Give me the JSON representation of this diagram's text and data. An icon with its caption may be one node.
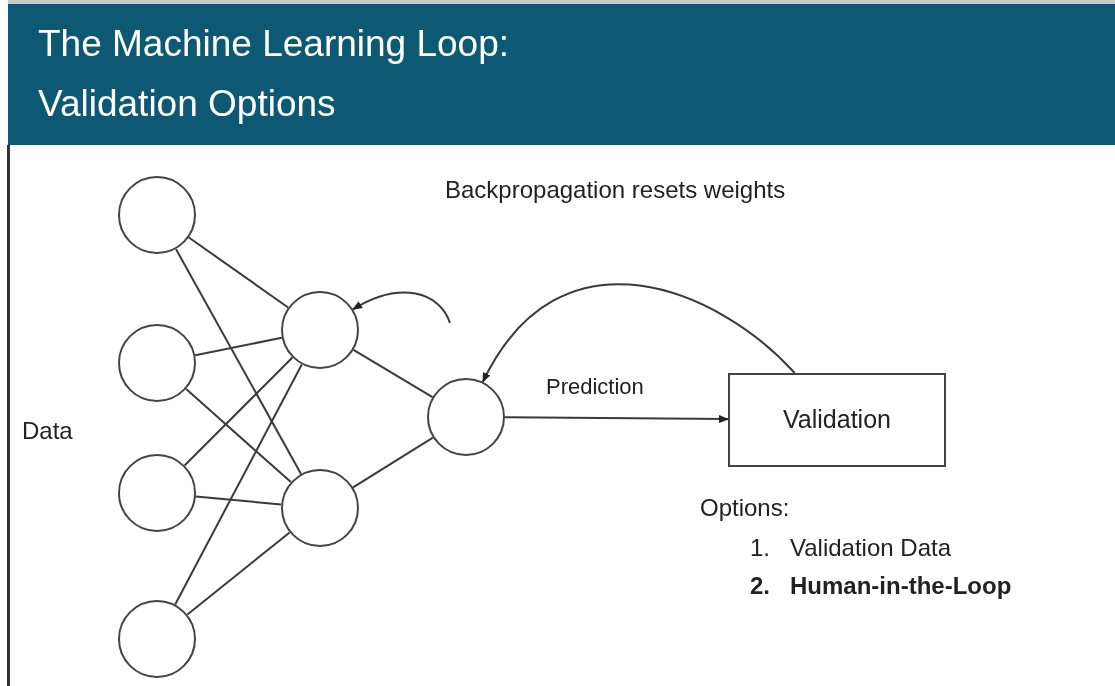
{
  "diagram": {
    "title": "The Machine Learning Loop: Validation Options",
    "nodes": [
      {
        "text": [],
        "shape": "circle"
      },
      {
        "text": [],
        "shape": "circle"
      },
      {
        "text": [],
        "shape": "circle"
      },
      {
        "text": [],
        "shape": "circle"
      },
      {
        "text": [],
        "shape": "circle"
      },
      {
        "text": [],
        "shape": "circle"
      },
      {
        "text": [],
        "shape": "circle"
      },
      {
        "text": [
          "Validation"
        ]
      }
    ],
    "edges": [
      {
        "from": 0,
        "to": 4,
        "arrow": "none"
      },
      {
        "from": 0,
        "to": 5,
        "arrow": "none"
      },
      {
        "from": 1,
        "to": 4,
        "arrow": "none"
      },
      {
        "from": 1,
        "to": 5,
        "arrow": "none"
      },
      {
        "from": 2,
        "to": 4,
        "arrow": "none"
      },
      {
        "from": 2,
        "to": 5,
        "arrow": "none"
      },
      {
        "from": 3,
        "to": 4,
        "arrow": "none"
      },
      {
        "from": 3,
        "to": 5,
        "arrow": "none"
      },
      {
        "from": 4,
        "to": 6,
        "arrow": "none"
      },
      {
        "from": 5,
        "to": 6,
        "arrow": "none"
      },
      {
        "from": 6,
        "to": 7,
        "arrow": "to",
        "label": "Prediction"
      },
      {
        "from": 7,
        "to": 6,
        "arrow": "to"
      },
      {
        "from": null,
        "to": 4,
        "arrow": "to"
      }
    ],
    "labels": [
      "Backpropagation resets weights",
      "Data",
      "Options:",
      "1.   Validation Data",
      "2.   Human-in-the-Loop"
    ]
  }
}
